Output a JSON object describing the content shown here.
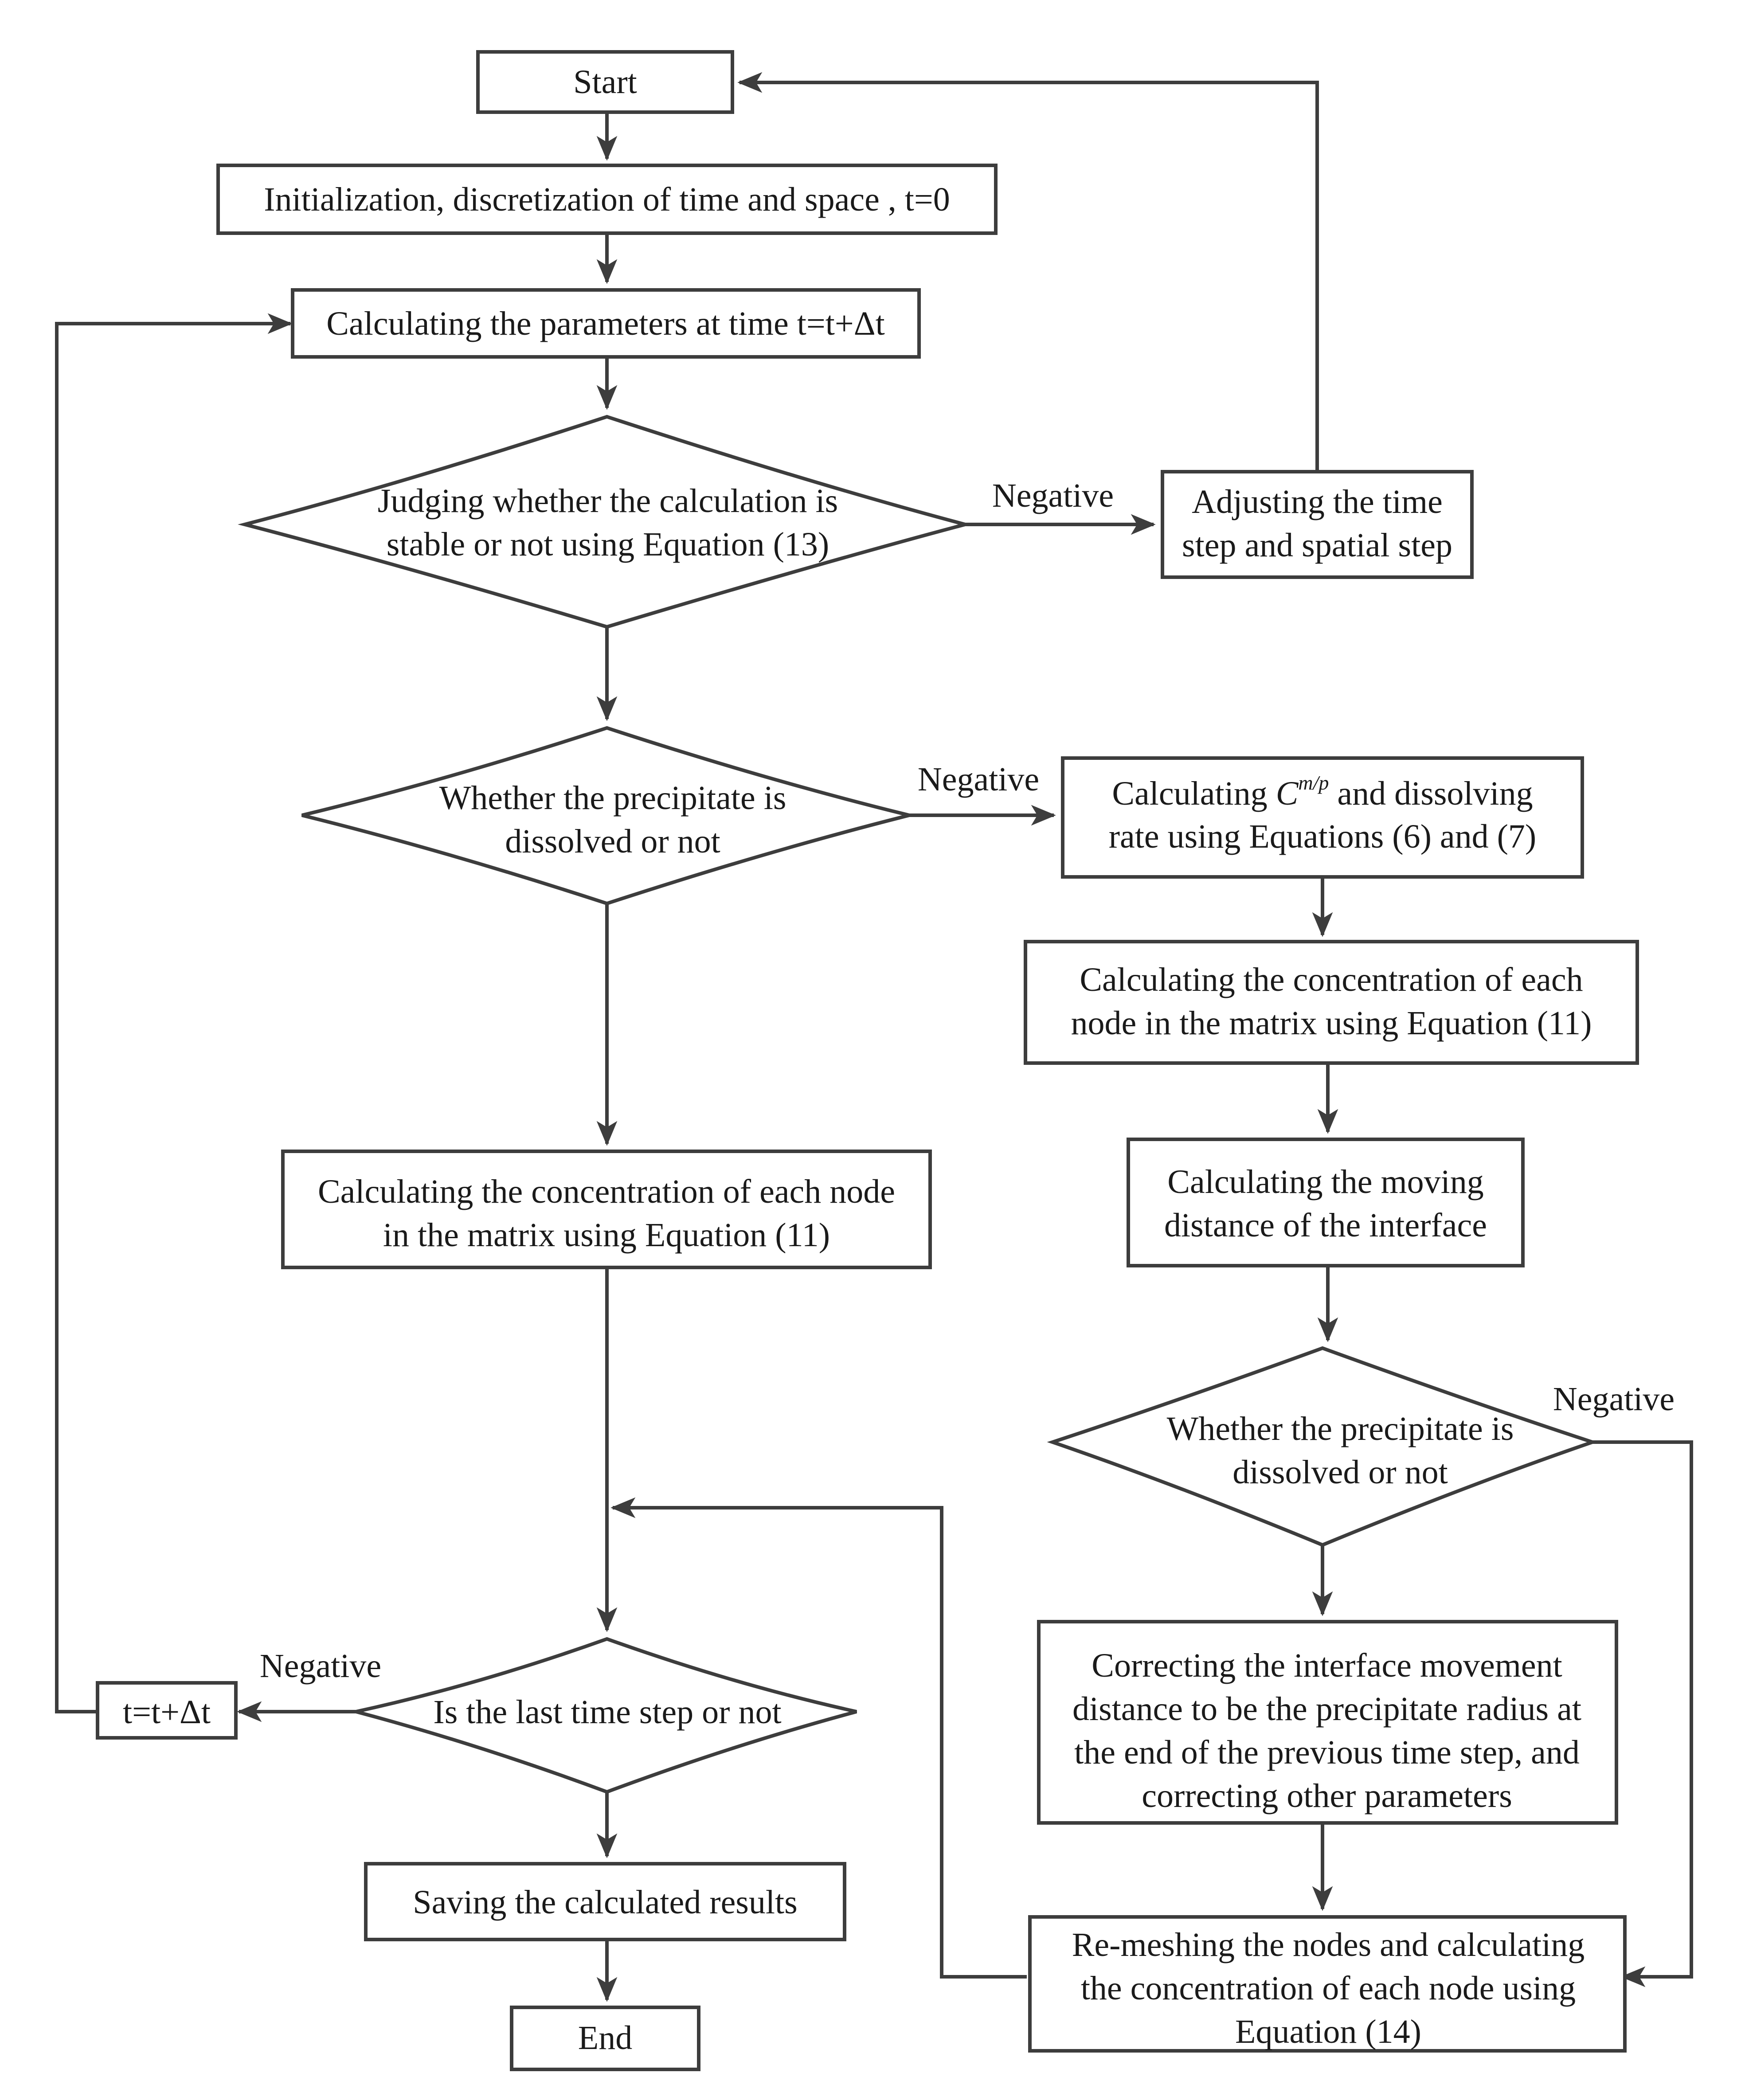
{
  "nodes": {
    "start": {
      "lines": [
        "Start"
      ]
    },
    "init": {
      "lines": [
        "Initialization, discretization of time and space , t=0"
      ]
    },
    "calc_params": {
      "lines": [
        "Calculating the parameters at time t=t+Δt"
      ]
    },
    "judge_stable": {
      "lines": [
        "Judging whether the calculation is",
        "stable or not using Equation (13)"
      ]
    },
    "adjust_step": {
      "lines": [
        "Adjusting the time",
        "step and spatial step"
      ]
    },
    "dissolved_1": {
      "lines": [
        "Whether the precipitate is",
        "dissolved or not"
      ]
    },
    "calc_cmp": {
      "line1_prefix": "Calculating ",
      "line1_symbol": "C",
      "line1_superscript": "m/p",
      "line1_suffix": " and dissolving",
      "line2": "rate using Equations (6) and (7)"
    },
    "conc_right": {
      "lines": [
        "Calculating the  concentration of each",
        "node in the matrix using Equation (11)"
      ]
    },
    "moving_dist": {
      "lines": [
        "Calculating the moving",
        "distance of the interface"
      ]
    },
    "conc_left": {
      "lines": [
        "Calculating the  concentration of each node",
        "in the matrix using Equation (11)"
      ]
    },
    "dissolved_2": {
      "lines": [
        "Whether the precipitate is",
        "dissolved or not"
      ]
    },
    "correcting": {
      "lines": [
        "Correcting the interface movement",
        "distance to be the precipitate radius at",
        "the end of the previous time step, and",
        "correcting other parameters"
      ]
    },
    "remeshing": {
      "lines": [
        "Re-meshing the nodes and calculating",
        "the concentration of each node using",
        "Equation (14)"
      ]
    },
    "last_step": {
      "lines": [
        "Is the last time step or not"
      ]
    },
    "increment": {
      "lines": [
        "t=t+Δt"
      ]
    },
    "saving": {
      "lines": [
        "Saving the calculated results"
      ]
    },
    "end": {
      "lines": [
        "End"
      ]
    }
  },
  "edge_labels": {
    "stable_negative": "Negative",
    "dissolved1_negative": "Negative",
    "dissolved2_negative": "Negative",
    "last_negative": "Negative"
  },
  "colors": {
    "stroke": "#3d3d3d",
    "text": "#1a1a1a",
    "background": "#ffffff"
  }
}
